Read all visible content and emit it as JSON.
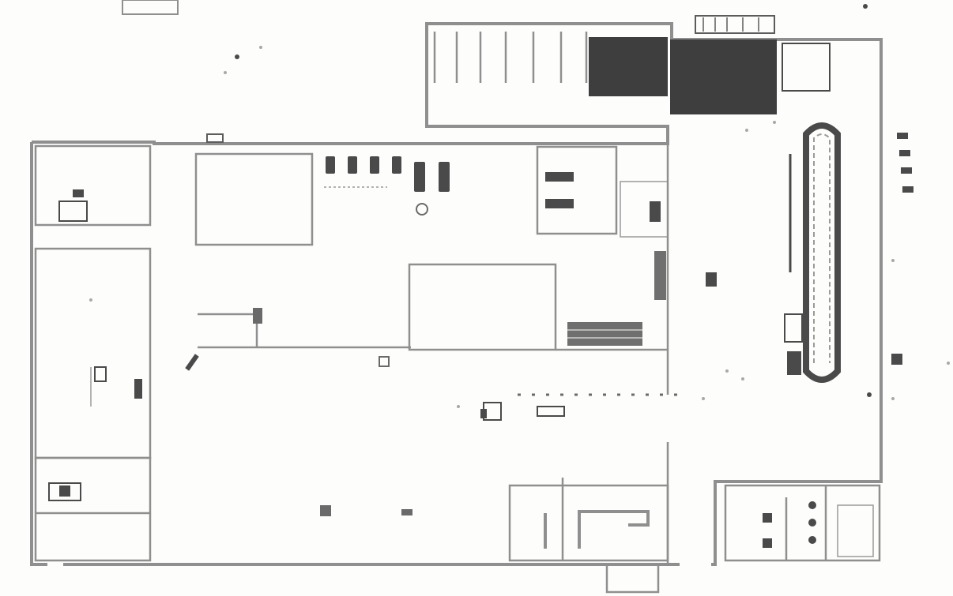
{
  "floorplan": {
    "colors": {
      "background": "#fdfdfb",
      "wall": "#8f8f8f",
      "wall_dark": "#5c5c5c",
      "dark_area": "#3e3e3e",
      "equipment": "#4a4a4a",
      "speckle": "#a8a8a8"
    },
    "rooms": [
      {
        "name": "west-upper-room"
      },
      {
        "name": "west-middle-hall"
      },
      {
        "name": "west-lower-room"
      },
      {
        "name": "north-storage-room"
      },
      {
        "name": "central-room"
      },
      {
        "name": "central-office-block"
      },
      {
        "name": "north-loading-bays"
      },
      {
        "name": "north-dark-equipment-area"
      },
      {
        "name": "south-center-room"
      },
      {
        "name": "southeast-room"
      }
    ],
    "equipment": [
      {
        "name": "vehicle-row"
      },
      {
        "name": "conveyor-loop"
      },
      {
        "name": "shelving-rack"
      },
      {
        "name": "workstation-cluster"
      }
    ]
  }
}
